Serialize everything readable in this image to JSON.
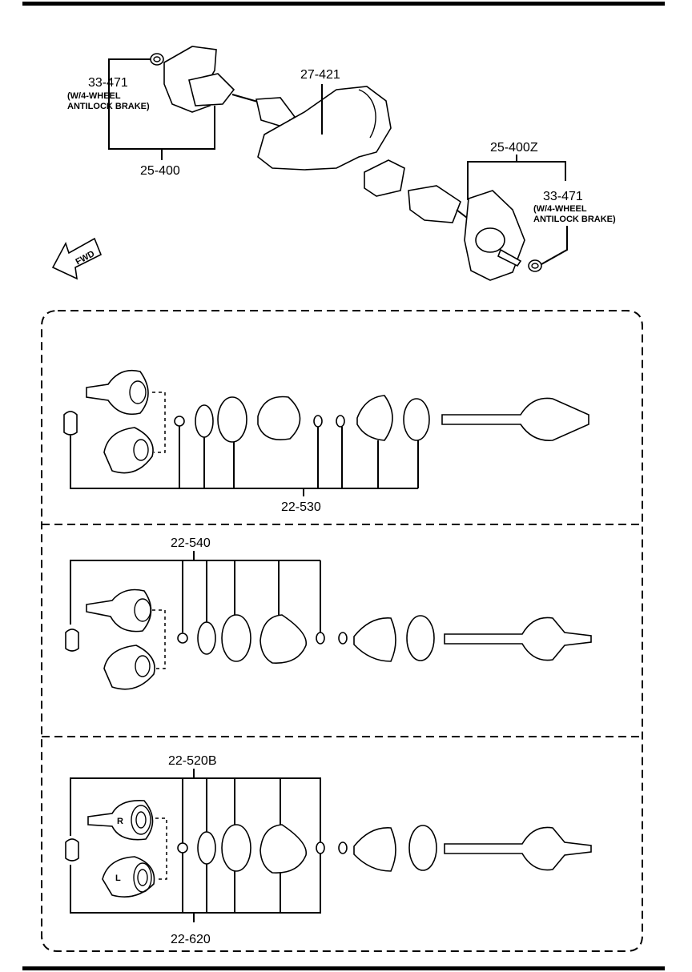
{
  "top": {
    "labels": {
      "seal_left_code": "33-471",
      "seal_left_note1": "(W/4-WHEEL",
      "seal_left_note2": "ANTILOCK BRAKE)",
      "shaft_left_code": "25-400",
      "clip_code": "27-421",
      "shaft_right_code": "25-400Z",
      "seal_right_code": "33-471",
      "seal_right_note1": "(W/4-WHEEL",
      "seal_right_note2": "ANTILOCK BRAKE)"
    },
    "fwd_arrow_text": "FWD"
  },
  "panels": [
    {
      "code": "22-530"
    },
    {
      "code": "22-540"
    },
    {
      "code": "22-520B",
      "bottom_code": "22-620",
      "side_right": "R",
      "side_left": "L"
    }
  ]
}
